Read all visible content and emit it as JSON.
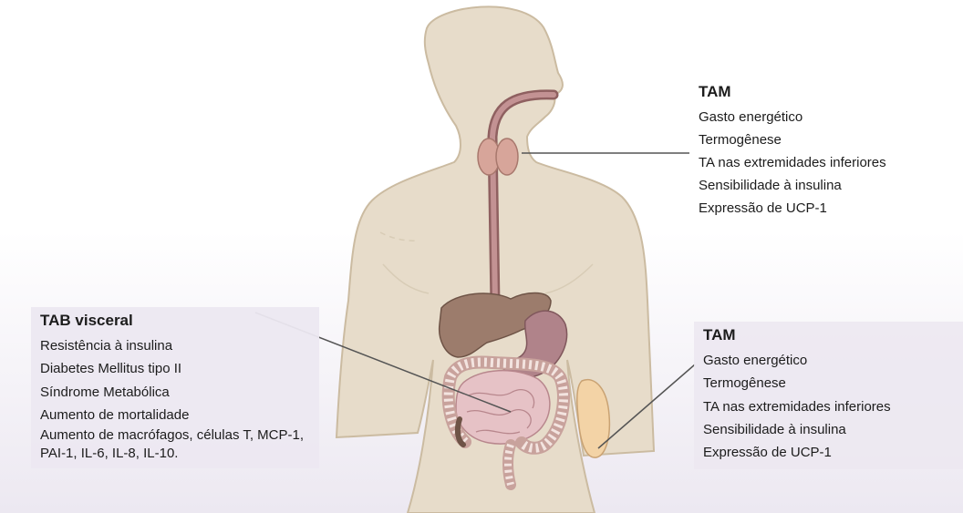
{
  "tam_top": {
    "title": "TAM",
    "items": [
      "Gasto energético",
      "Termogênese",
      "TA nas extremidades inferiores",
      "Sensibilidade à insulina",
      "Expressão de UCP-1"
    ]
  },
  "tab_visceral": {
    "title": "TAB visceral",
    "items": [
      "Resistência à insulina",
      "Diabetes Mellitus tipo II",
      "Síndrome Metabólica",
      "Aumento de mortalidade",
      "Aumento de macrófagos, células T, MCP-1, PAI-1, IL-6, IL-8, IL-10."
    ]
  },
  "tam_bottom": {
    "title": "TAM",
    "items": [
      "Gasto energético",
      "Termogênese",
      "TA nas extremidades inferiores",
      "Sensibilidade à insulina",
      "Expressão de UCP-1"
    ]
  },
  "colors": {
    "skin": "#e7dcca",
    "skin_outline": "#cbbba1",
    "liver": "#9c7c6c",
    "stomach": "#b0838a",
    "intestine": "#e6c2c6",
    "colon": "#ddb9b4",
    "thyroid": "#d7a59a",
    "brown_fat": "#f3d3a6",
    "esophagus": "#b07d7c",
    "leader_line": "#555555"
  }
}
